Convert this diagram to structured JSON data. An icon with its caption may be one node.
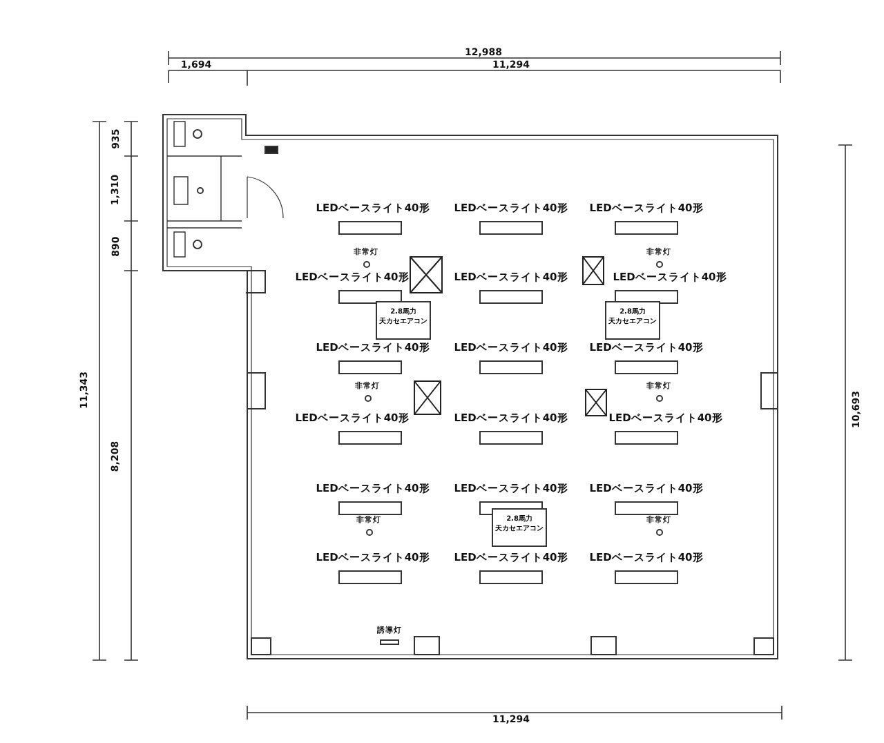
{
  "diagram": {
    "nodes": [
      {
        "text": [
          "2.8馬力",
          "天カセエアコン"
        ]
      },
      {
        "text": [
          "2.8馬力",
          "天カセエアコン"
        ]
      },
      {
        "text": [
          "2.8馬力",
          "天カセエアコン"
        ]
      }
    ],
    "labels": [
      "12,988",
      "1,694",
      "11,294",
      "935",
      "1,310",
      "890",
      "11,343",
      "8,208",
      "10,693",
      "LEDベースライト40形",
      "LEDベースライト40形",
      "LEDベースライト40形",
      "非常灯",
      "非常灯",
      "LEDベースライト40形",
      "LEDベースライト40形",
      "LEDベースライト40形",
      "LEDベースライト40形",
      "LEDベースライト40形",
      "LEDベースライト40形",
      "非常灯",
      "非常灯",
      "LEDベースライト40形",
      "LEDベースライト40形",
      "LEDベースライト40形",
      "LEDベースライト40形",
      "LEDベースライト40形",
      "LEDベースライト40形",
      "非常灯",
      "非常灯",
      "LEDベースライト40形",
      "LEDベースライト40形",
      "LEDベースライト40形",
      "誘導灯",
      "11,294"
    ]
  }
}
